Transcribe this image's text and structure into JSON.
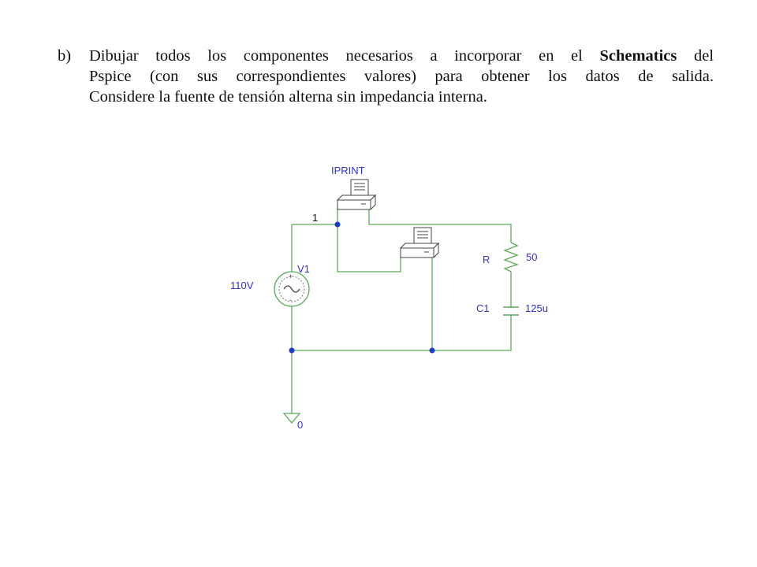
{
  "question": {
    "label": "b)",
    "line1_before": "Dibujar todos los componentes necesarios a incorporar en el ",
    "line1_bold": "Schematics",
    "line1_after": " del",
    "line2": "Pspice (con sus correspondientes valores) para obtener los datos de salida.",
    "line3": "Considere la fuente de tensión alterna sin impedancia interna."
  },
  "schematic": {
    "wire_color": "#5aaa5a",
    "label_color": "#3333cc",
    "node_color": "#1a3acc",
    "probe_label": "IPRINT",
    "node_label": "1",
    "source_name": "V1",
    "source_value": "110V",
    "resistor_name": "R",
    "resistor_value": "50",
    "capacitor_name": "C1",
    "capacitor_value": "125u",
    "ground_label": "0"
  }
}
